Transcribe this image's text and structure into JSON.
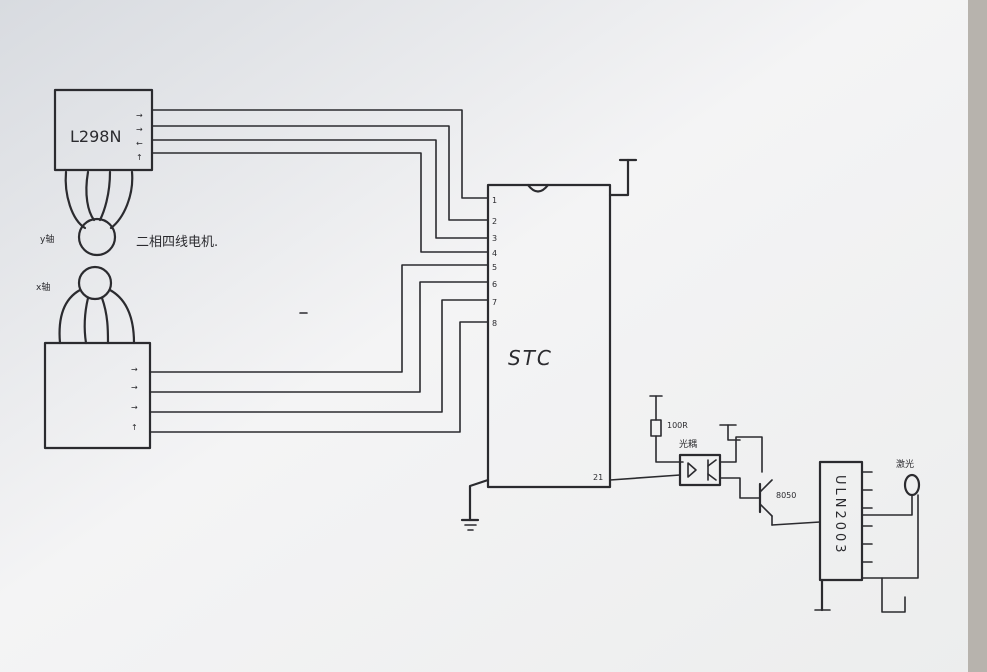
{
  "diagram": {
    "driver_label": "L298N",
    "mcu_label": "STC",
    "darlington_label": "ULN2003",
    "motor_label": "二相四线电机.",
    "y_axis_label": "y轴",
    "x_axis_label": "x轴",
    "resistor_label": "100R",
    "optocoupler_label": "光耦",
    "transistor_label": "8050",
    "laser_label": "激光",
    "mcu_pins": [
      "1",
      "2",
      "3",
      "4",
      "5",
      "6",
      "7",
      "8"
    ],
    "mcu_pin_out": "21"
  },
  "colors": {
    "ink": "#2b2b2f",
    "paper": "#f2f2f2",
    "shadow": "#c9ccd0"
  }
}
